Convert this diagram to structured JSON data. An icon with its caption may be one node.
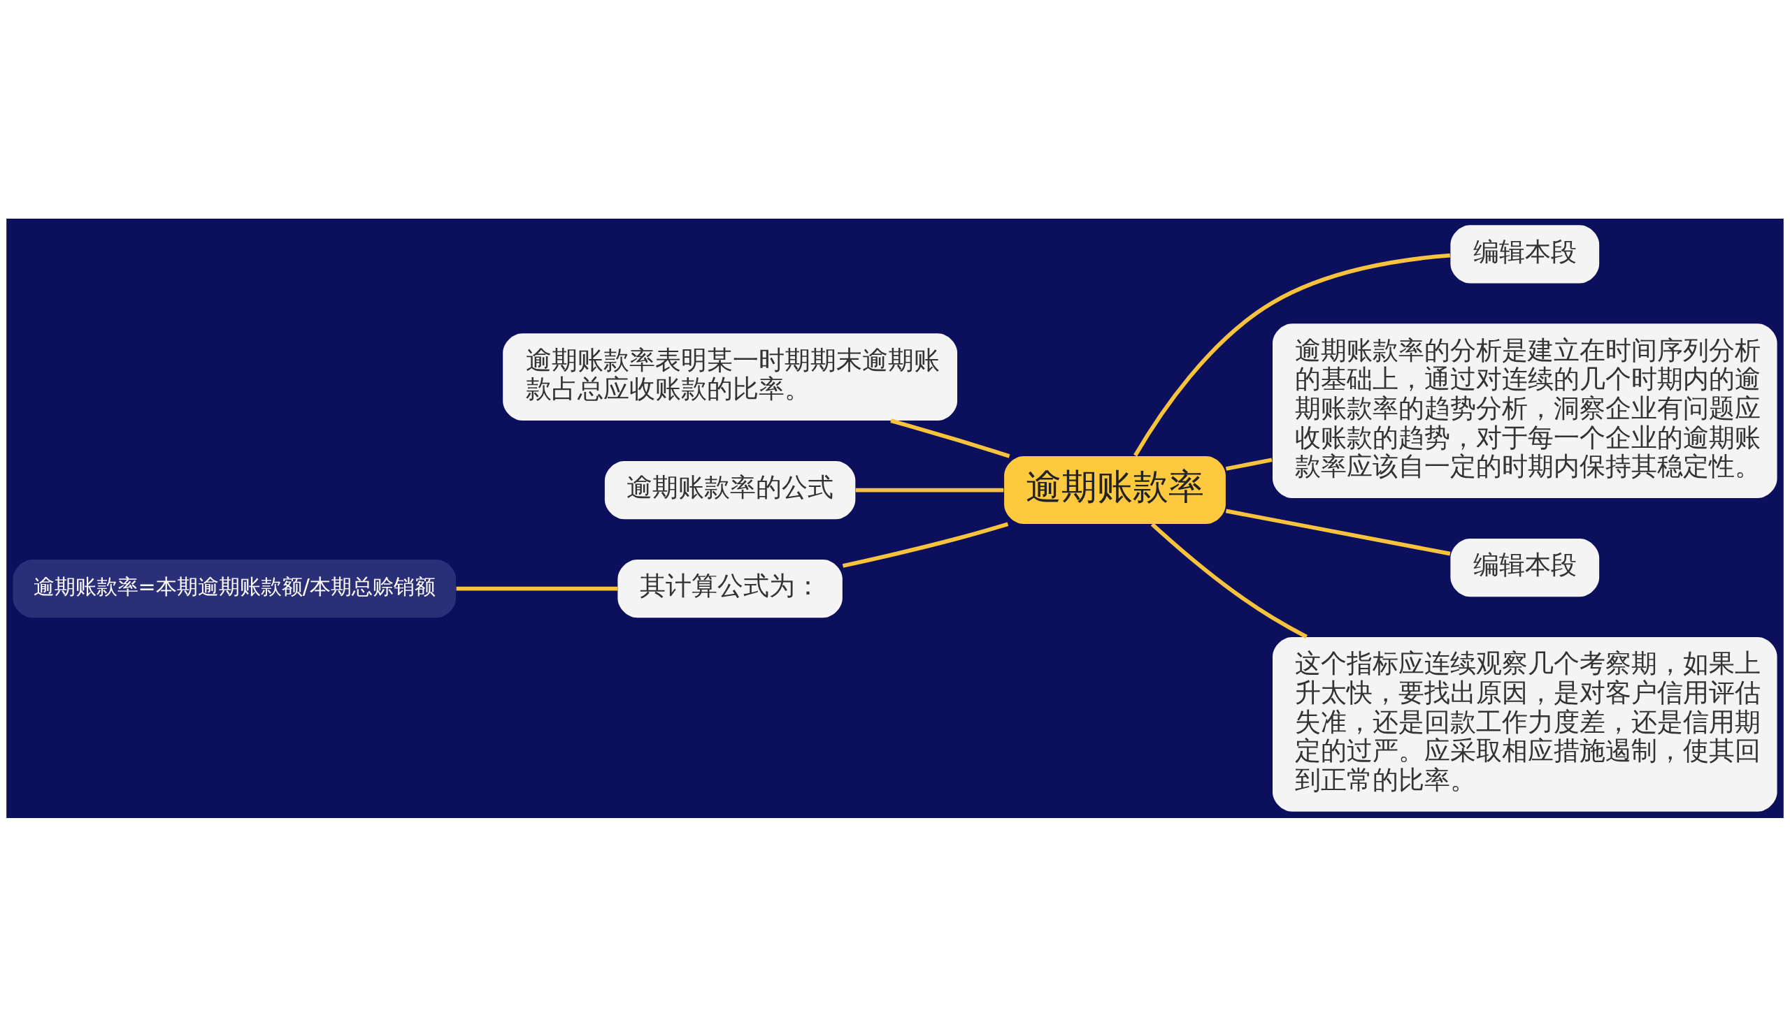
{
  "diagram": {
    "nodes": [
      {
        "text": [
          "逾期账款率"
        ]
      },
      {
        "text": [
          "逾期账款率表明某一时期期末逾期账款占总应收账款的比率。"
        ]
      },
      {
        "text": [
          "逾期账款率的公式"
        ]
      },
      {
        "text": [
          "其计算公式为："
        ]
      },
      {
        "text": [
          "逾期账款率=本期逾期账款额/本期总赊销额"
        ]
      },
      {
        "text": [
          "编辑本段"
        ]
      },
      {
        "text": [
          "逾期账款率的分析是建立在时间序列分析的基础上，通过对连续的几个时期内的逾期账款率的趋势分析，洞察企业有问题应收账款的趋势，对于每一个企业的逾期账款率应该自一定的时期内保持其稳定性。"
        ]
      },
      {
        "text": [
          "编辑本段"
        ]
      },
      {
        "text": [
          "这个指标应连续观察几个考察期，如果上升太快，要找出原因，是对客户信用评估失准，还是回款工作力度差，还是信用期定的过严。应采取相应措施遏制，使其回到正常的比率。"
        ]
      }
    ],
    "edges": [
      {
        "from": 0,
        "to": 1,
        "arrow": "none"
      },
      {
        "from": 0,
        "to": 2,
        "arrow": "none"
      },
      {
        "from": 0,
        "to": 3,
        "arrow": "none"
      },
      {
        "from": 3,
        "to": 4,
        "arrow": "none"
      },
      {
        "from": 0,
        "to": 5,
        "arrow": "none"
      },
      {
        "from": 0,
        "to": 6,
        "arrow": "none"
      },
      {
        "from": 0,
        "to": 7,
        "arrow": "none"
      },
      {
        "from": 0,
        "to": 8,
        "arrow": "none"
      }
    ]
  }
}
